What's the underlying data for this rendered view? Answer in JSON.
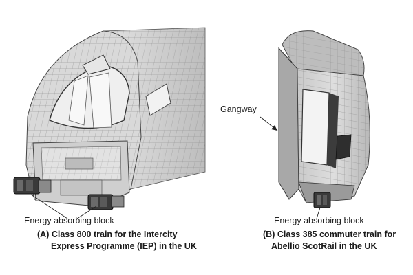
{
  "panel_a": {
    "callout": "Energy absorbing block",
    "caption_line1": "(A) Class 800 train for the Intercity",
    "caption_line2": "Express Programme (IEP) in the UK"
  },
  "panel_b": {
    "gangway_label": "Gangway",
    "callout": "Energy absorbing block",
    "caption_line1": "(B) Class 385 commuter train for",
    "caption_line2": "Abellio ScotRail in the UK"
  },
  "colors": {
    "body_fill": "#d4d4d4",
    "mesh_line": "#6a6a6a",
    "dark": "#2e2e2e",
    "text": "#1a1a1a"
  }
}
